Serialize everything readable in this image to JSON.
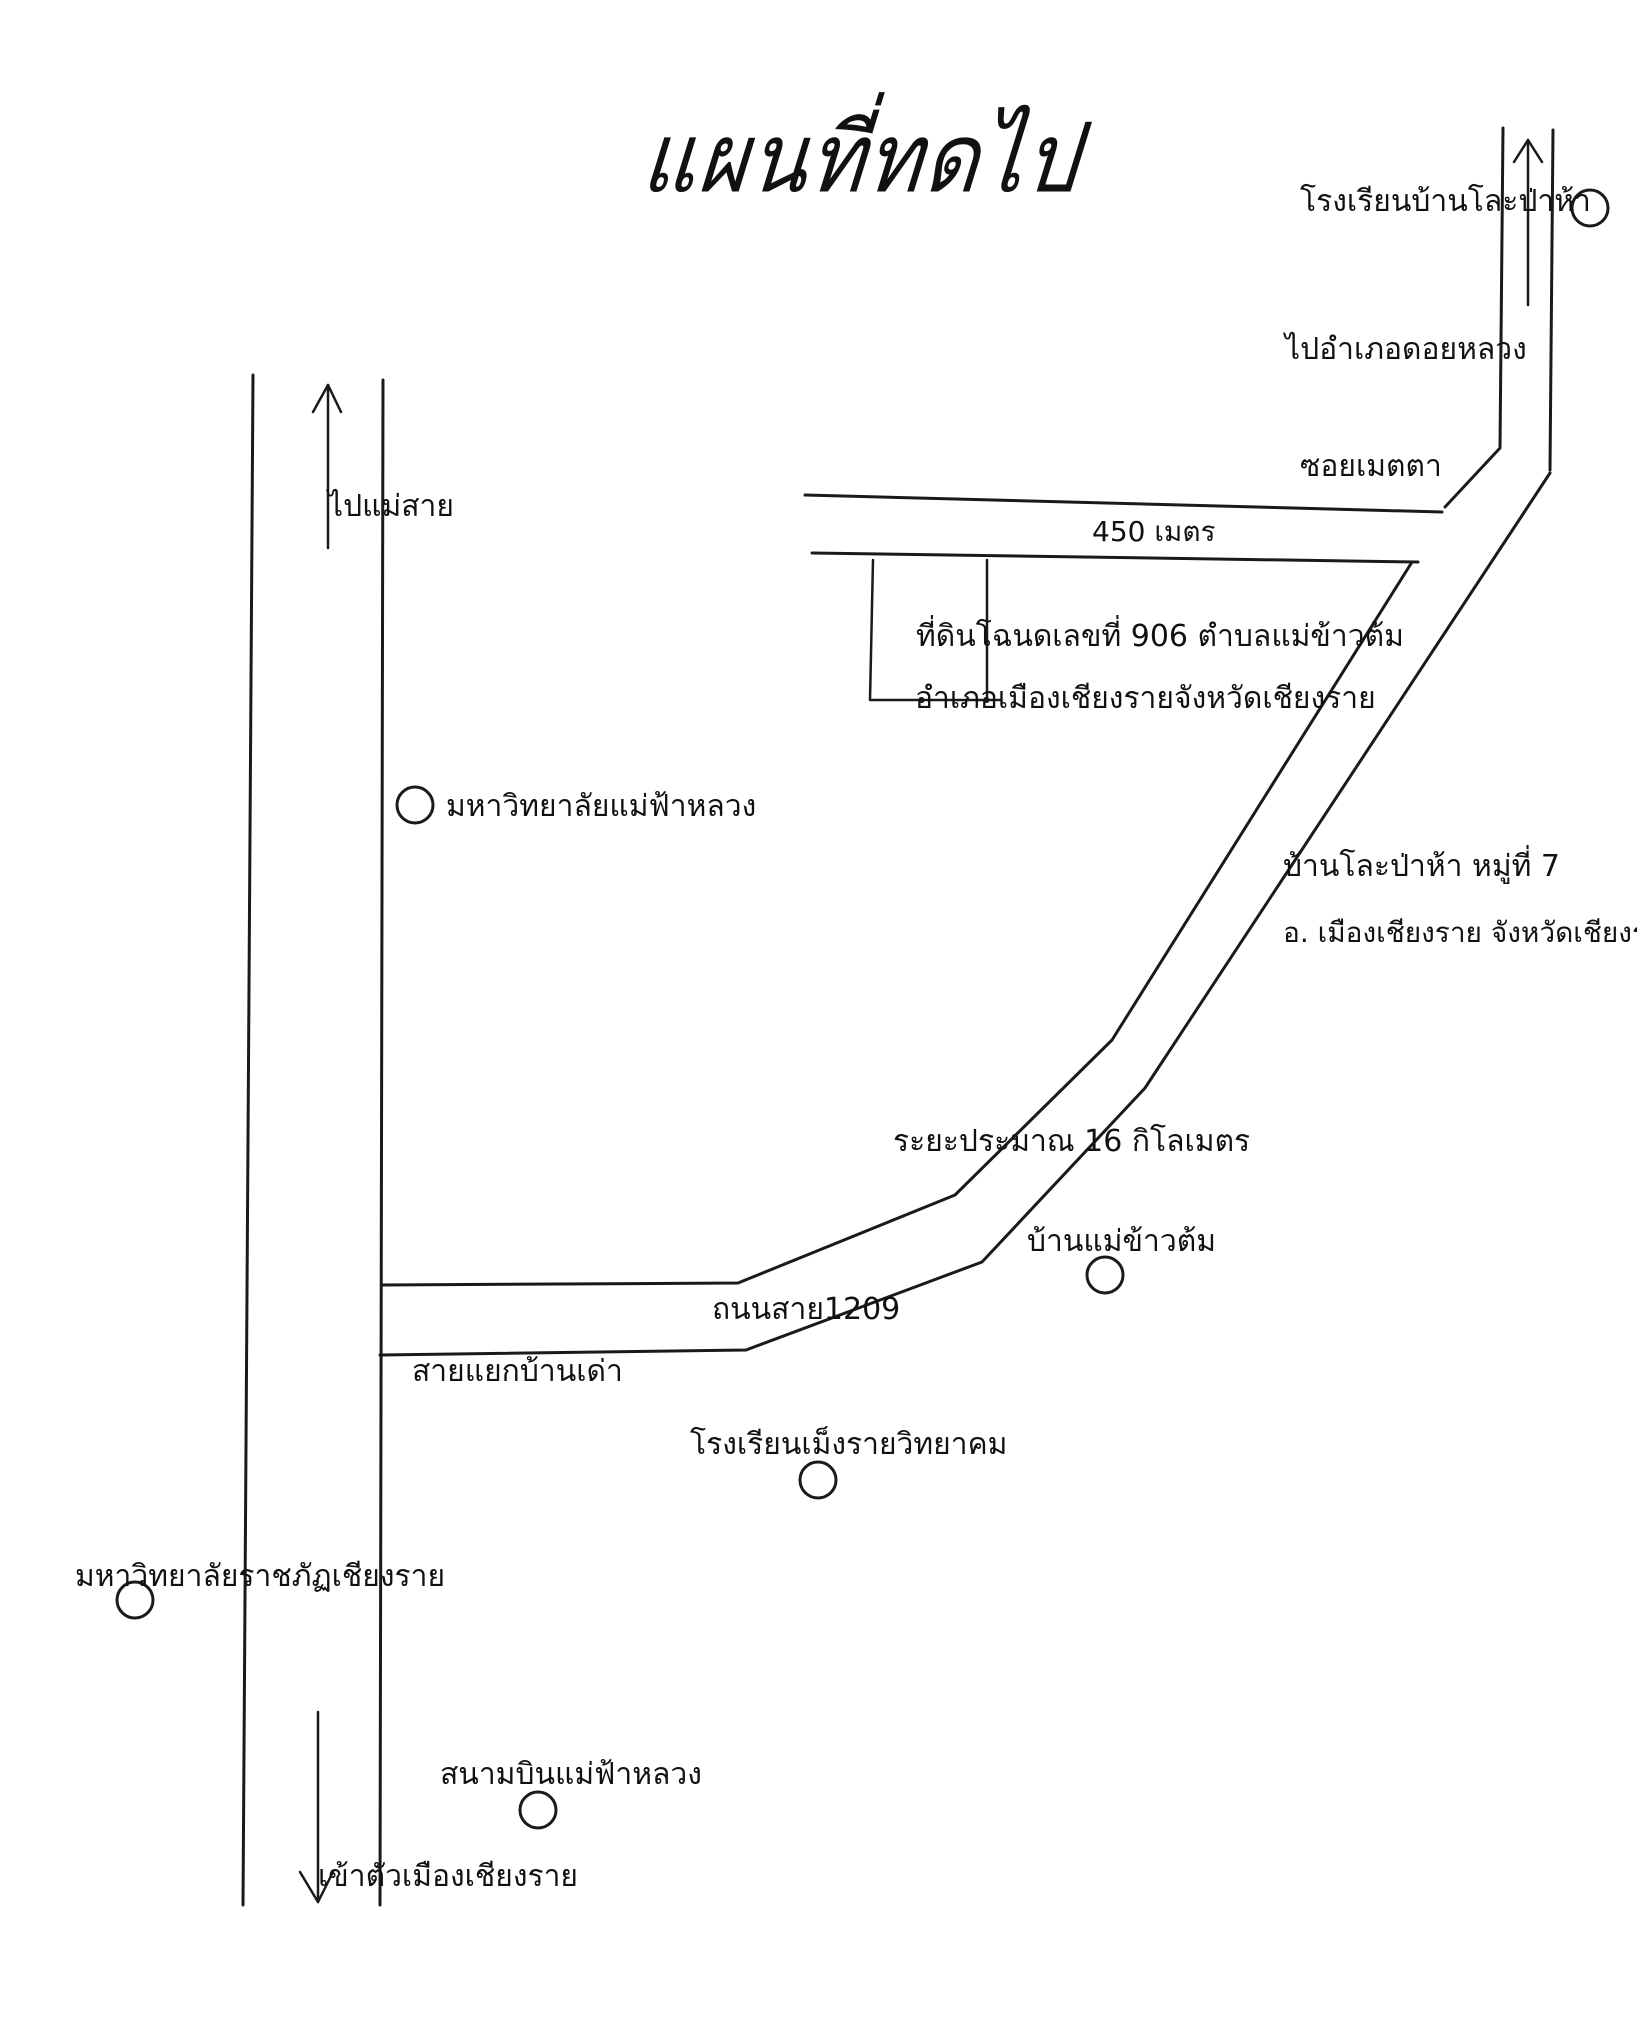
{
  "map": {
    "title": "แผนที่ทดไป",
    "labels": {
      "school_top": "โรงเรียนบ้านโละป่าห้า",
      "to_doi_luang": "ไปอำเภอดอยหลวง",
      "soi_metta": "ซอยเมตตา",
      "distance_450": "450 เมตร",
      "plot_line1": "ที่ดินโฉนดเลขที่ 906 ตำบลแม่ข้าวต้ม",
      "plot_line2": "อำเภอเมืองเชียงรายจังหวัดเชียงราย",
      "to_mae_sai": "ไปแม่สาย",
      "mfu": "มหาวิทยาลัยแม่ฟ้าหลวง",
      "village_line1": "บ้านโละป่าห้า หมู่ที่ 7",
      "village_line2": "อ. เมืองเชียงราย จังหวัดเชียงราย",
      "distance_16km": "ระยะประมาณ 16 กิโลเมตร",
      "mae_khao_tom": "บ้านแม่ข้าวต้ม",
      "road_1209": "ถนนสาย1209",
      "ban_du_junction": "สายแยกบ้านเด่า",
      "school_bottom": "โรงเรียนเม็งรายวิทยาคม",
      "crru": "มหาวิทยาลัยราชภัฏเชียงราย",
      "airport": "สนามบินแม่ฟ้าหลวง",
      "to_city": "เข้าตัวเมืองเชียงราย"
    }
  }
}
